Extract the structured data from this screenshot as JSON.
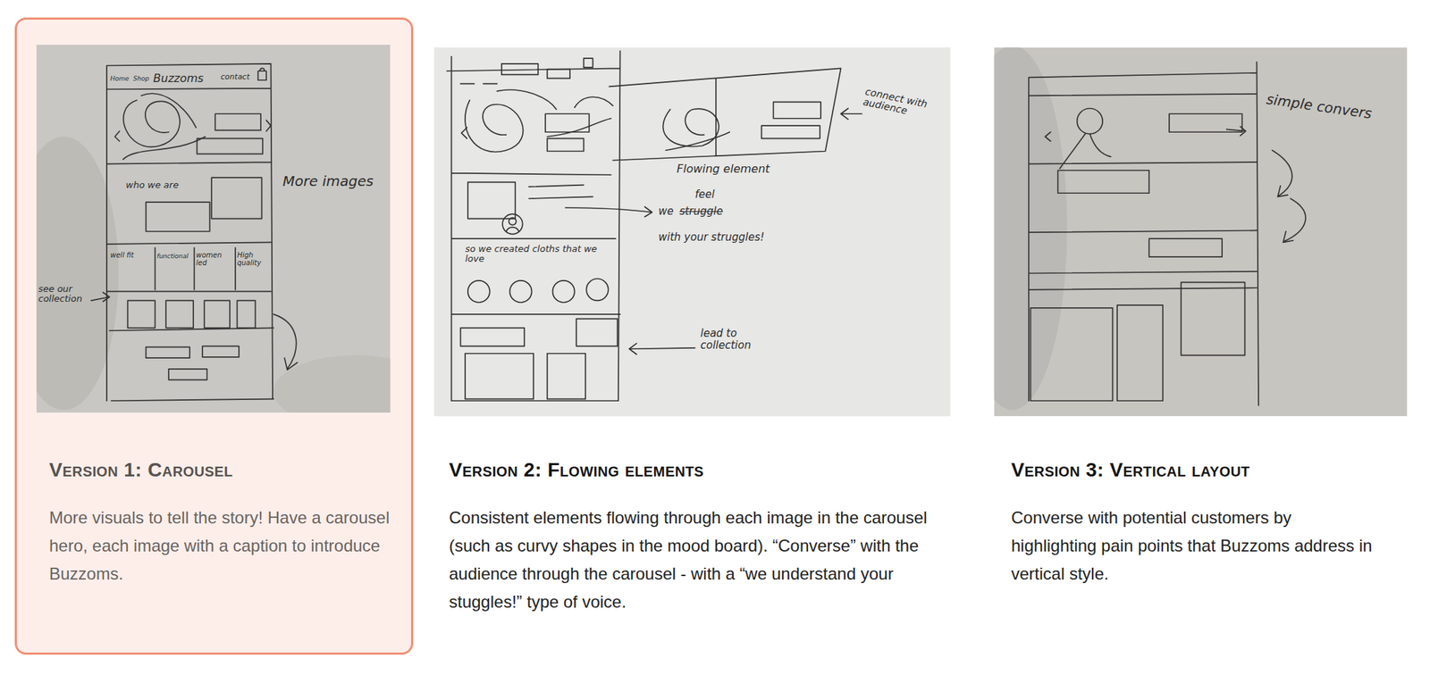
{
  "diagram": {
    "nodes": [
      {
        "text": [
          "Version 1: Carousel",
          "More visuals to tell the story! Have a carousel hero, each image with a caption to introduce Buzzoms."
        ]
      },
      {
        "text": [
          "Version 2: Flowing elements",
          "Consistent elements flowing through each image in the carousel (such as curvy shapes in the mood board). “Converse” with the audience through the carousel - with a “we understand your stuggles!” type of voice."
        ]
      },
      {
        "text": [
          "Version 3: Vertical layout",
          "Converse with potential customers by highlighting pain points that Buzzoms address in vertical style."
        ]
      }
    ],
    "labels": [
      "Home",
      "Shop",
      "Buzzoms",
      "contact",
      "who we are",
      "More images",
      "well fit",
      "functional",
      "women led",
      "High quality",
      "see our collection",
      "connect with audience",
      "Flowing element",
      "we",
      "struggle",
      "feel",
      "with your struggles!",
      "so we created cloths that we love",
      "lead to collection",
      "simple convers"
    ]
  }
}
